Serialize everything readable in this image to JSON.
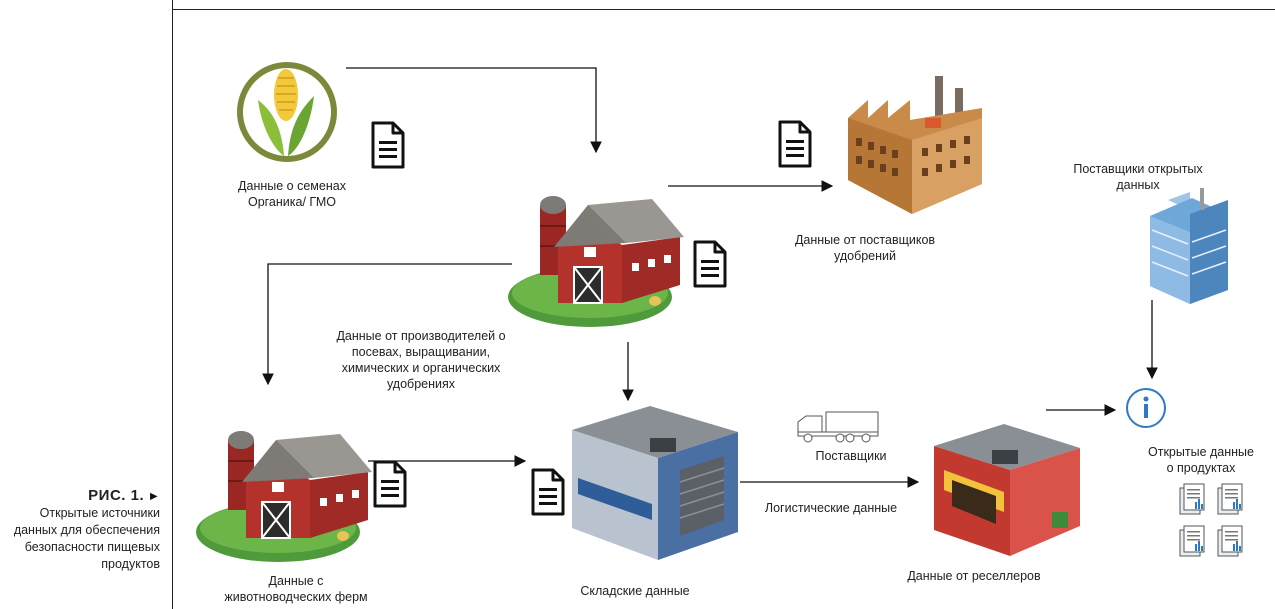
{
  "caption": {
    "heading": "РИС. 1.",
    "arrow": "►",
    "lines": [
      "Открытые источники",
      "данных для обеспечения",
      "безопасности пищевых",
      "продуктов"
    ]
  },
  "nodes": {
    "seeds": [
      "Данные о семенах",
      "Органика/ ГМО"
    ],
    "fertilizers": [
      "Данные от поставщиков",
      "удобрений"
    ],
    "open_providers": [
      "Поставщики открытых",
      "данных"
    ],
    "producers": [
      "Данные от производителей о",
      "посевах, выращивании,",
      "химических и органических",
      "удобрениях"
    ],
    "livestock": [
      "Данные с",
      "животноводческих ферм"
    ],
    "warehouse": "Складские данные",
    "suppliers": "Поставщики",
    "logistics": "Логистические данные",
    "resellers": "Данные от реселлеров",
    "product_data": [
      "Открытые данные",
      "о продуктах"
    ]
  },
  "icons": {
    "seeds": "corn-logo-icon",
    "fertilizers": "factory-icon",
    "open_providers": "office-building-icon",
    "farm_main": "barn-icon",
    "farm_livestock": "barn-icon",
    "warehouse": "warehouse-icon",
    "truck": "truck-icon",
    "reseller": "store-icon",
    "info": "info-icon",
    "document": "document-icon",
    "report": "report-chart-icon"
  },
  "colors": {
    "barn_red": "#b3322c",
    "grass": "#4f9a3a",
    "info_blue": "#2f78c4",
    "factory_brick": "#c98a4a",
    "building_blue": "#6fa7d8"
  }
}
